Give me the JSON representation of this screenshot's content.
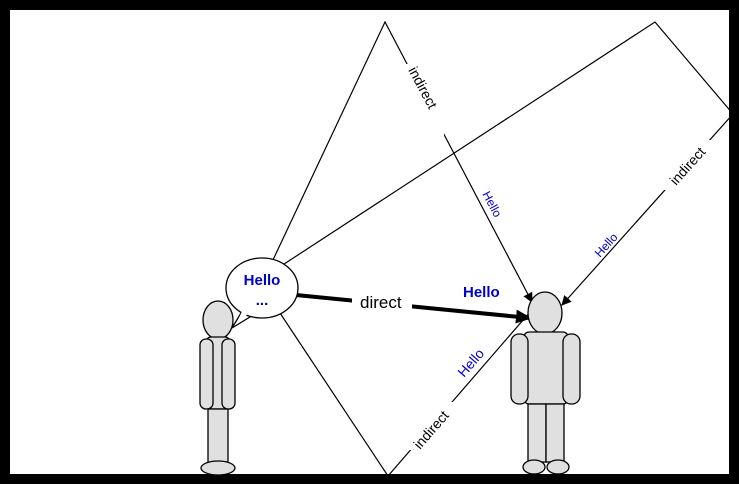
{
  "speech_bubble": {
    "line1": "Hello",
    "line2": "..."
  },
  "labels": {
    "direct": "direct",
    "indirect_top": "indirect",
    "indirect_right": "indirect",
    "indirect_bottom": "indirect",
    "hello_direct": "Hello",
    "hello_top": "Hello",
    "hello_right": "Hello",
    "hello_bottom": "Hello"
  },
  "colors": {
    "hello_text": "#0000cc",
    "figure_fill": "#e0e0e0",
    "frame": "#000000"
  }
}
